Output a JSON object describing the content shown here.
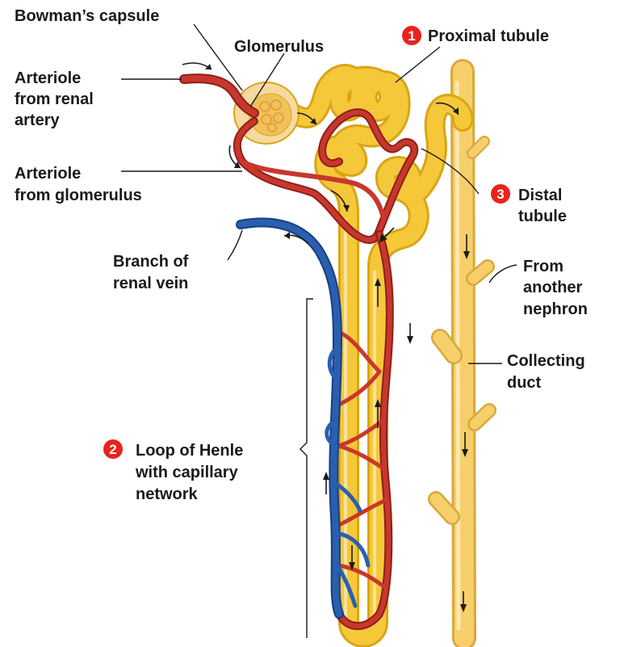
{
  "labels": {
    "bowmans_capsule": "Bowman’s capsule",
    "glomerulus": "Glomerulus",
    "proximal_tubule": "Proximal tubule",
    "arteriole_renal": [
      "Arteriole",
      "from renal",
      "artery"
    ],
    "arteriole_glomerulus": [
      "Arteriole",
      "from glomerulus"
    ],
    "distal_tubule": [
      "Distal",
      "tubule"
    ],
    "branch_renal_vein": [
      "Branch of",
      "renal vein"
    ],
    "from_another_nephron": [
      "From",
      "another",
      "nephron"
    ],
    "collecting_duct": [
      "Collecting",
      "duct"
    ],
    "loop_of_henle": [
      "Loop of Henle",
      "with capillary",
      "network"
    ]
  },
  "markers": {
    "proximal": "1",
    "loop": "2",
    "distal": "3"
  },
  "colors": {
    "tubule": "#f5c83a",
    "tubule_edge": "#d9a514",
    "duct": "#f7cf6a",
    "duct_edge": "#d8a83c",
    "artery": "#c8372d",
    "vein": "#2a5fb0",
    "capsule": "#f6d9a0",
    "marker": "#e8231f"
  }
}
